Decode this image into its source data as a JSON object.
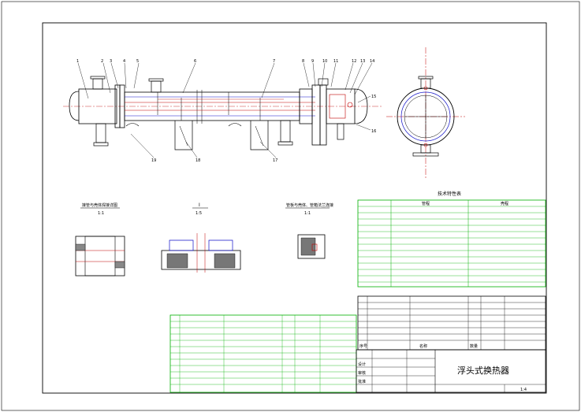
{
  "title_block": {
    "drawing_title": "浮头式换热器",
    "scale": "1:4",
    "rows": [
      {
        "label": "设计",
        "name": "",
        "date": ""
      },
      {
        "label": "审核",
        "name": "",
        "date": ""
      },
      {
        "label": "批准",
        "name": "",
        "date": ""
      }
    ]
  },
  "parts_header": {
    "no": "序号",
    "name": "名称",
    "qty": "数量"
  },
  "views": {
    "detail1_title": "接管与壳体焊接详图",
    "detail1_scale": "1:1",
    "detail2_title": "I",
    "detail2_scale": "1:5",
    "detail3_title": "管板与壳体、管箱法兰连接",
    "detail3_scale": "1:1"
  },
  "spec_table": {
    "title": "技术特性表",
    "col_headers": [
      "管程",
      "壳程"
    ]
  },
  "balloons": [
    "1",
    "2",
    "3",
    "4",
    "5",
    "6",
    "7",
    "8",
    "9",
    "10",
    "11",
    "12",
    "13",
    "14",
    "15",
    "16",
    "17",
    "18",
    "19"
  ]
}
